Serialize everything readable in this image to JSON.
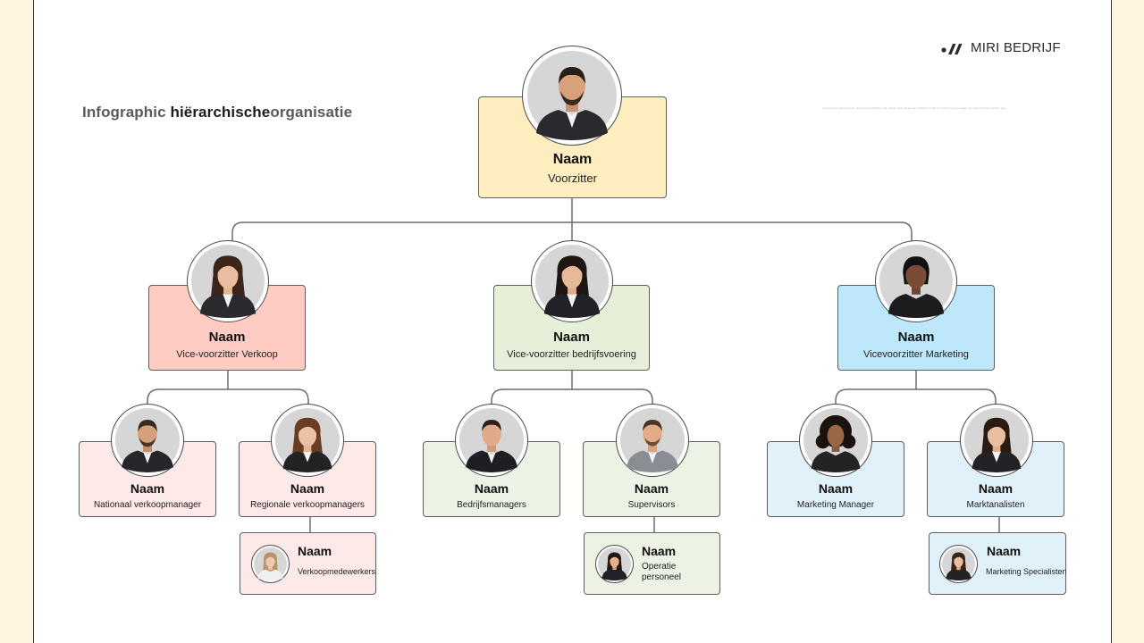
{
  "header": {
    "title_part1": "Infographic ",
    "title_part2": "hiërarchische",
    "title_part3": "organisatie",
    "fine_print": "Lorem ipsum dolor sit amet, consectetur adipiscing elit, sed do eiusmod tempor incididunt ut labore et dolore magna aliqua. Ut enim ad minim veniam, quis",
    "brand": "MIRI BEDRIJF"
  },
  "colors": {
    "yellow_card": "#fdedbf",
    "red_card": "#ffccc4",
    "green_card": "#e6f0d8",
    "blue_card": "#bde8fb",
    "red_light": "#fde9e7",
    "green_light": "#ecf3e5",
    "blue_light": "#e1f1f9",
    "connector": "#6c6c6c"
  },
  "chair": {
    "name": "Naam",
    "role": "Voorzitter",
    "avatar": "man-dark-hair-icon"
  },
  "vps": [
    {
      "name": "Naam",
      "role": "Vice-voorzitter Verkoop",
      "avatar": "woman-dark-hair-icon"
    },
    {
      "name": "Naam",
      "role": "Vice-voorzitter bedrijfsvoering",
      "avatar": "woman-dark-hair-icon"
    },
    {
      "name": "Naam",
      "role": "Vicevoorzitter Marketing",
      "avatar": "woman-dark-hair-icon"
    }
  ],
  "managers": [
    {
      "name": "Naam",
      "role": "Nationaal verkoopmanager",
      "avatar": "man-beard-icon"
    },
    {
      "name": "Naam",
      "role": "Regionale verkoopmanagers",
      "avatar": "woman-auburn-hair-icon"
    },
    {
      "name": "Naam",
      "role": "Bedrijfsmanagers",
      "avatar": "man-short-hair-icon"
    },
    {
      "name": "Naam",
      "role": "Supervisors",
      "avatar": "man-grey-suit-icon"
    },
    {
      "name": "Naam",
      "role": "Marketing Manager",
      "avatar": "woman-curly-hair-icon"
    },
    {
      "name": "Naam",
      "role": "Marktanalisten",
      "avatar": "woman-dark-hair-icon"
    }
  ],
  "staff": [
    {
      "name": "Naam",
      "role": "Verkoopmedewerkers",
      "avatar": "woman-light-hair-icon"
    },
    {
      "name": "Naam",
      "role": "Operatie personeel",
      "avatar": "woman-dark-hair-icon"
    },
    {
      "name": "Naam",
      "role": "Marketing Specialisten",
      "avatar": "woman-dark-hair-icon"
    }
  ]
}
